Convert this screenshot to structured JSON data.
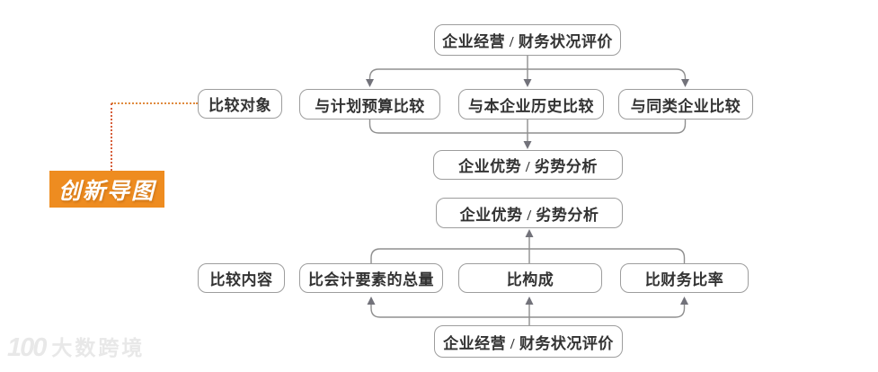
{
  "colors": {
    "accent_orange": "#EE8C20",
    "dotted_line_orange": "#DF8B3F",
    "dotted_line_red": "#D65F3B",
    "box_border_gray": "#9d9d9d",
    "connector_gray": "#8f8f8f",
    "text_dark": "#333333"
  },
  "tag": {
    "label": "创新导图"
  },
  "watermark": {
    "logo": "100",
    "brand": "大数跨境"
  },
  "diagram": {
    "section_objects": {
      "source": "企业经营 / 财务状况评价",
      "category": "比较对象",
      "methods": [
        "与计划预算比较",
        "与本企业历史比较",
        "与同类企业比较"
      ],
      "result": "企业优势 / 劣势分析"
    },
    "section_contents": {
      "result": "企业优势 / 劣势分析",
      "category": "比较内容",
      "aspects": [
        "比会计要素的总量",
        "比构成",
        "比财务比率"
      ],
      "source": "企业经营 / 财务状况评价"
    }
  }
}
